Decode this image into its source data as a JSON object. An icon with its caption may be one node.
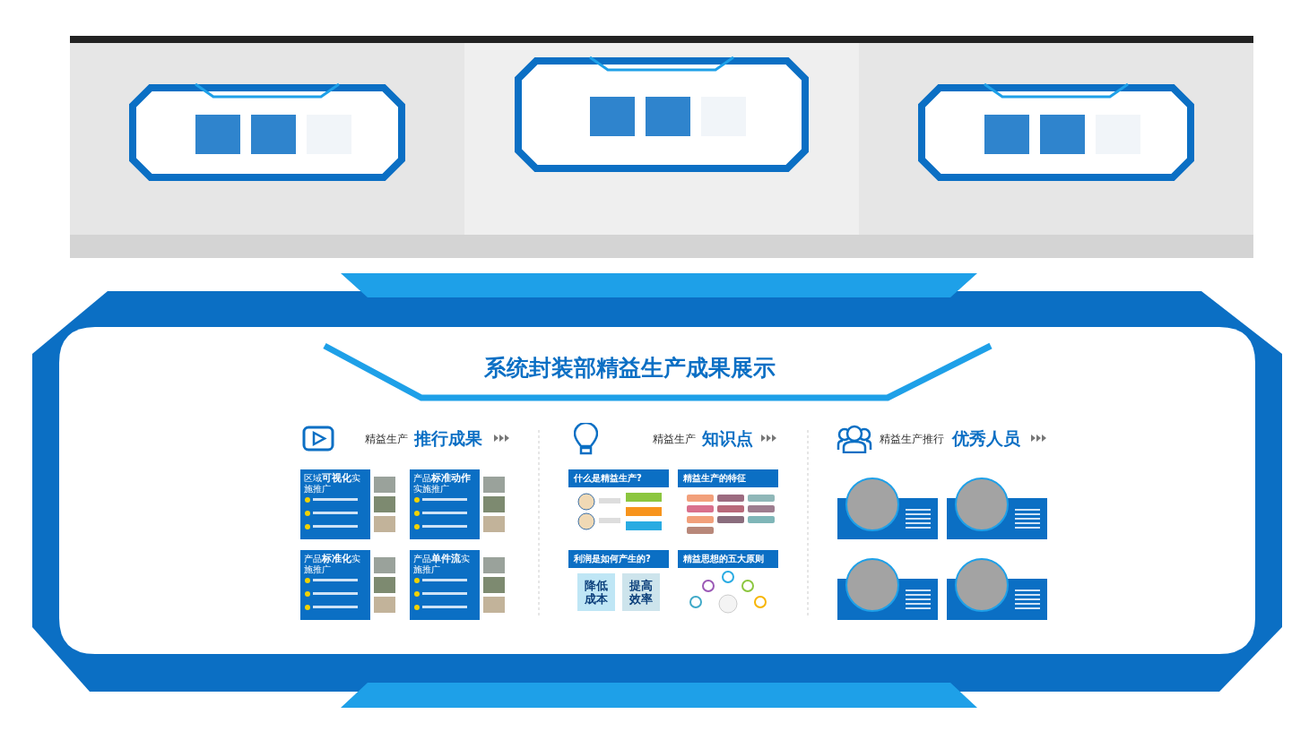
{
  "diagram": {
    "title": "系统封装部精益生产成果展示",
    "nodes": [
      {
        "text": [
          "区域**可视化**实施推广"
        ]
      },
      {
        "text": [
          "产品**标准动作**实施推广"
        ]
      },
      {
        "text": [
          "产品**标准化**实施推广"
        ]
      },
      {
        "text": [
          "产品**单件流**实施推广"
        ]
      },
      {
        "text": [
          "什么是精益生产?"
        ]
      },
      {
        "text": [
          "精益生产的特征"
        ]
      },
      {
        "text": [
          "利润是如何产生的?"
        ]
      },
      {
        "text": [
          "降低成本"
        ]
      },
      {
        "text": [
          "提高效率"
        ]
      },
      {
        "text": [
          "精益思想的五大原则"
        ]
      },
      {
        "text": [],
        "shape": "box"
      },
      {
        "text": [],
        "shape": "box"
      },
      {
        "text": [],
        "shape": "box"
      },
      {
        "text": [],
        "shape": "box"
      }
    ],
    "labels": [
      "精益生产",
      "推行成果",
      "精益生产",
      "知识点",
      "精益生产推行",
      "优秀人员"
    ]
  }
}
